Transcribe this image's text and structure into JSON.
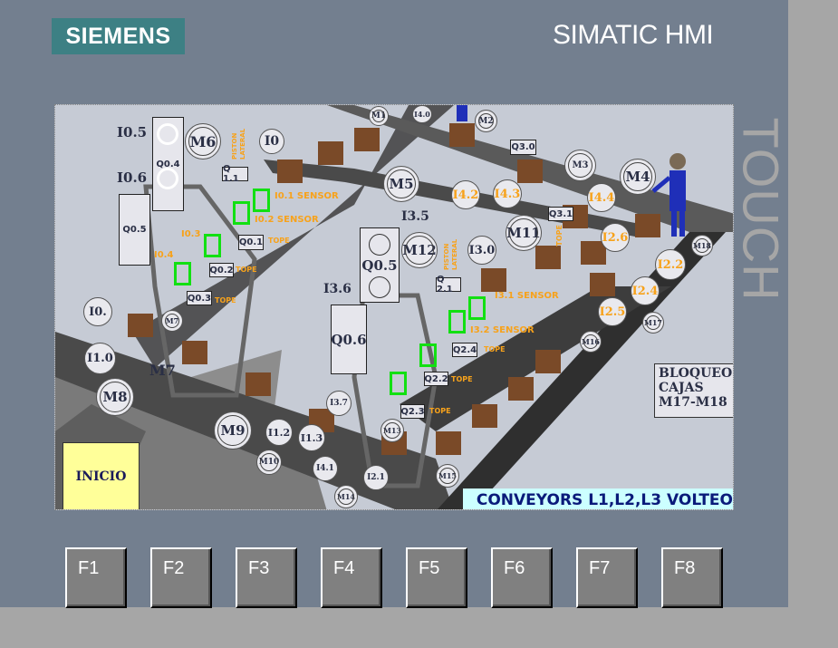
{
  "header": {
    "brand": "SIEMENS",
    "product": "SIMATIC HMI",
    "touch": "TOUCH"
  },
  "screen": {
    "title": "CONVEYORS L1,L2,L3 VOLTEO",
    "start_button": "INICIO",
    "block_note": [
      "BLOQUEO",
      "CAJAS",
      "M17-M18"
    ],
    "circles": {
      "M1": "M1",
      "I4_0": "I4.0",
      "M2": "M2",
      "M6": "M6",
      "I0": "I0",
      "M5": "M5",
      "I4_2": "I4.2",
      "I4_3": "I4.3",
      "M3": "M3",
      "M4": "M4",
      "I4_4": "I4.4",
      "M11": "M11",
      "M12": "M12",
      "I3_0": "I3.0",
      "I2_6": "I2.6",
      "M18": "M18",
      "I2_2": "I2.2",
      "I2_4": "I2.4",
      "I2_5": "I2.5",
      "M17": "M17",
      "M16": "M16",
      "I0_x": "I0.",
      "M7s": "M7",
      "I1_0": "I1.0",
      "M8": "M8",
      "M9": "M9",
      "I1_2": "I1.2",
      "I1_3": "I1.3",
      "M10": "M10",
      "I4_1": "I4.1",
      "I3_7": "I3.7",
      "M13": "M13",
      "I2_1": "I2.1",
      "M14": "M14",
      "M15": "M15"
    },
    "labels": {
      "I0_5": "I0.5",
      "I0_6": "I0.6",
      "I3_5": "I3.5",
      "I3_6": "I3.6",
      "M7": "M7"
    },
    "boxes": {
      "Q0_4": "Q0.4",
      "Q0_5a": "Q0.5",
      "Q1_1": "Q 1.1",
      "Q0_1": "Q0.1",
      "Q0_2": "Q0.2",
      "Q0_3": "Q0.3",
      "Q0_5b": "Q0.5",
      "Q0_6": "Q0.6",
      "Q3_0": "Q3.0",
      "Q3_1": "Q3.1",
      "Q2_1": "Q 2.1",
      "Q2_4": "Q2.4",
      "Q2_2": "Q2.2",
      "Q2_3": "Q2.3"
    },
    "annotations": {
      "piston1": "PISTON LATERAL",
      "s01": "I0.1 SENSOR",
      "s02": "I0.2 SENSOR",
      "tope1": "TOPE",
      "i03": "I0.3",
      "i04": "I0.4",
      "tope2": "TOPE",
      "tope3": "TOPE",
      "piston2": "PISTON LATERAL",
      "tope4": "TOPE",
      "s31": "I3.1 SENSOR",
      "s32": "I3.2 SENSOR",
      "tope5": "TOPE",
      "tope6": "TOPE",
      "tope7": "TOPE"
    }
  },
  "function_keys": [
    "F1",
    "F2",
    "F3",
    "F4",
    "F5",
    "F6",
    "F7",
    "F8"
  ],
  "colors": {
    "panel": "#737f8f",
    "bezel": "#a6a6a6",
    "brand": "#3d8084",
    "sensor_label": "#f7a21b",
    "sensor_box": "#12e012",
    "start_button": "#ffff99",
    "title_bar": "#ccffff"
  }
}
